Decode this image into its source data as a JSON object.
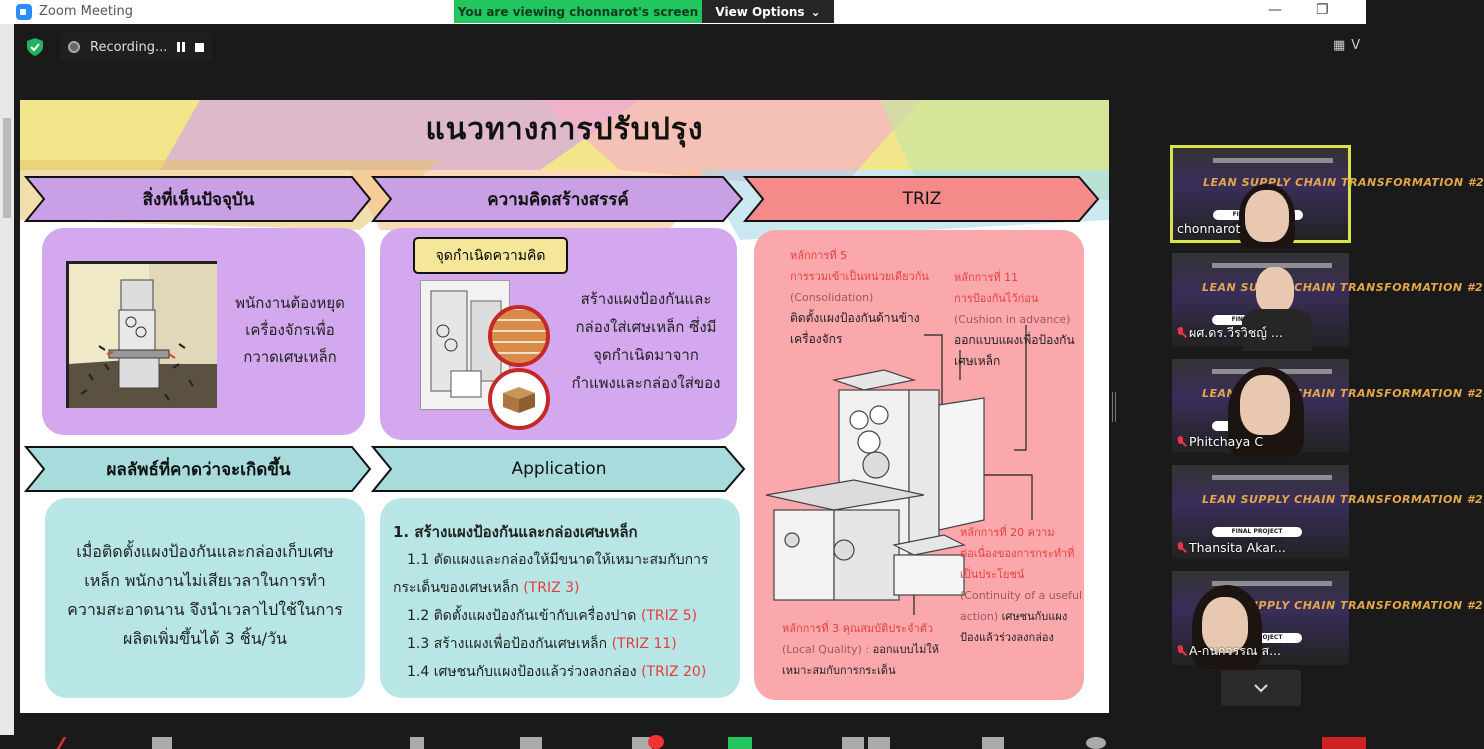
{
  "window": {
    "title": "Zoom Meeting"
  },
  "share_banner": {
    "message": "You are viewing chonnarot's screen",
    "view_options": "View Options"
  },
  "recording": {
    "label": "Recording..."
  },
  "gallery": {
    "label": "V"
  },
  "slide": {
    "title": "แนวทางการปรับปรุง",
    "banners": {
      "current": "สิ่งที่เห็นปัจจุบัน",
      "creative": "ความคิดสร้างสรรค์",
      "triz": "TRIZ",
      "expected": "ผลลัพธ์ที่คาดว่าจะเกิดขึ้น",
      "application": "Application"
    },
    "current_text": [
      "พนักงานต้องหยุด",
      "เครื่องจักรเพื่อ",
      "กวาดเศษเหล็ก"
    ],
    "idea_origin_label": "จุดกำเนิดความคิด",
    "creative_text": [
      "สร้างแผงป้องกันและ",
      "กล่องใส่เศษเหล็ก ซึ่งมี",
      "จุดกำเนิดมาจาก",
      "กำแพงและกล่องใส่ของ"
    ],
    "expected_text": [
      "เมื่อติดตั้งแผงป้องกันและกล่องเก็บเศษ",
      "เหล็ก พนักงานไม่เสียเวลาในการทำ",
      "ความสะอาดนาน จึงนำเวลาไปใช้ในการ",
      "ผลิตเพิ่มขึ้นได้ 3 ชิ้น/วัน"
    ],
    "application": {
      "heading": "1. สร้างแผงป้องกันและกล่องเศษเหล็ก",
      "items": [
        {
          "text": "1.1 ตัดแผงและกล่องให้มีขนาดให้เหมาะสมกับการ",
          "text2": "กระเด็นของเศษเหล็ก ",
          "tag": "(TRIZ 3)"
        },
        {
          "text": "1.2 ติดตั้งแผงป้องกันเข้ากับเครื่องปาด ",
          "tag": "(TRIZ 5)"
        },
        {
          "text": "1.3 สร้างแผงเพื่อป้องกันเศษเหล็ก ",
          "tag": "(TRIZ 11)"
        },
        {
          "text": "1.4 เศษชนกับแผงป้องแล้วร่วงลงกล่อง ",
          "tag": "(TRIZ 20)"
        }
      ]
    },
    "triz_labels": {
      "p5_title": "หลักการที่ 5",
      "p5_sub": "การรวมเข้าเป็นหน่วยเดียวกัน",
      "p5_en": "(Consolidation)",
      "p5_desc1": "ติดตั้งแผงป้องกันด้านข้าง",
      "p5_desc2": "เครื่องจักร",
      "p11_title": "หลักการที่ 11",
      "p11_sub": "การป้องกันไว้ก่อน",
      "p11_en": "(Cushion in advance)",
      "p11_desc1": "ออกแบบแผงเพื่อป้องกัน",
      "p11_desc2": "เศษเหล็ก",
      "p20_title": "หลักการที่ 20 ความ",
      "p20_sub1": "ต่อเนื่องของการกระทำที่",
      "p20_sub2": "เป็นประโยชน์",
      "p20_en1": "(Continuity of a useful",
      "p20_en2": "action) ",
      "p20_desc1": "เศษชนกับแผง",
      "p20_desc2": "ป้องแล้วร่วงลงกล่อง",
      "p3_title": "หลักการที่ 3 คุณสมบัติประจำตัว",
      "p3_en": "(Local Quality) : ",
      "p3_desc1": "ออกแบบไม่ให้",
      "p3_desc2": "เหมาะสมกับการกระเด็น"
    }
  },
  "participants": [
    {
      "name": "chonnarot",
      "active": true
    },
    {
      "name": "ผศ.ดร.วีรวิชญ์ ...",
      "active": false
    },
    {
      "name": "Phitchaya C",
      "active": false
    },
    {
      "name": "Thansita Akar...",
      "active": false
    },
    {
      "name": "A-กนกวรรณ ส...",
      "active": false
    }
  ],
  "thumb_slide_text": "LEAN SUPPLY CHAIN TRANSFORMATION #2",
  "thumb_fp": "FINAL PROJECT PRESENTATION",
  "colors": {
    "share_green": "#22c55e",
    "active_border": "#d8e24a",
    "triz_red": "#e84040"
  }
}
